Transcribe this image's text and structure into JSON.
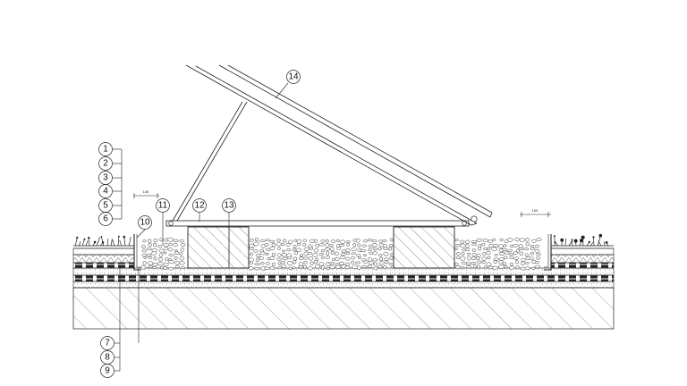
{
  "callouts": {
    "left_stack_top": [
      "1",
      "2",
      "3",
      "4",
      "5",
      "6"
    ],
    "left_stack_bottom": [
      "7",
      "8",
      "9"
    ],
    "parts": {
      "c10": "10",
      "c11": "11",
      "c12": "12",
      "c13": "13",
      "c14": "14"
    }
  },
  "dimension_left": "100",
  "dimension_right": "100",
  "colors": {
    "line": "#222222",
    "hatch": "#555555",
    "background": "#ffffff"
  }
}
